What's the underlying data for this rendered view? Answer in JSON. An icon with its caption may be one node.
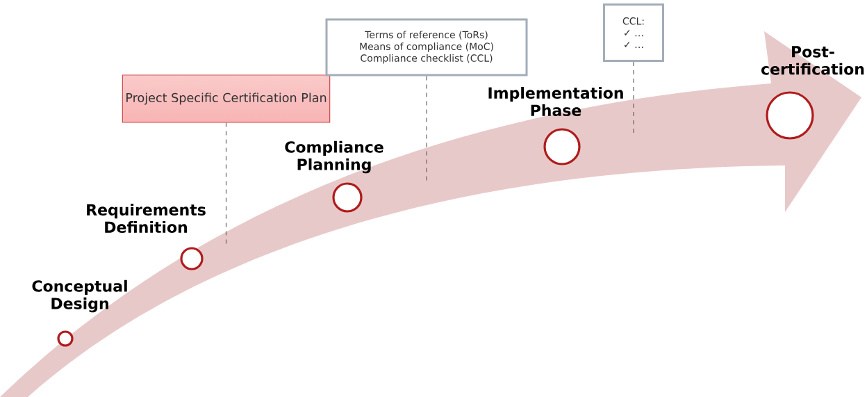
{
  "diagram": {
    "nodes": [
      {
        "text": [
          "Conceptual Design"
        ]
      },
      {
        "text": [
          "Requirements Definition"
        ]
      },
      {
        "text": [
          "Project Specific Certification Plan"
        ]
      },
      {
        "text": [
          "Compliance Planning"
        ]
      },
      {
        "text": [
          "Terms of reference (ToRs)",
          "Means of compliance (MoC)",
          "Compliance checklist (CCL)"
        ]
      },
      {
        "text": [
          "Implementation Phase"
        ]
      },
      {
        "text": [
          "CCL:",
          "✓ …",
          "✓ …"
        ]
      },
      {
        "text": [
          "Post-certification"
        ]
      }
    ],
    "edges": [
      {
        "from": 2,
        "to": null,
        "arrow": "none",
        "style": "dashed"
      },
      {
        "from": 4,
        "to": null,
        "arrow": "none",
        "style": "dashed"
      },
      {
        "from": 6,
        "to": null,
        "arrow": "none",
        "style": "dashed"
      }
    ]
  }
}
